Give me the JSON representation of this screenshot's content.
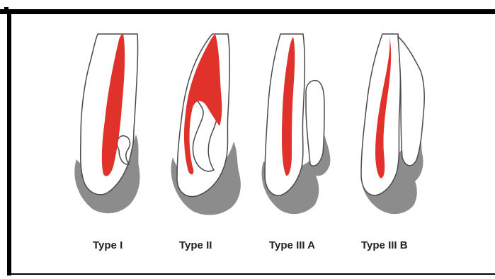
{
  "colors": {
    "canal": "#e0322b",
    "enamel": "#8c8c8c",
    "outline": "#4a4a4a",
    "frame": "#000000"
  },
  "types": [
    {
      "label": "Type I"
    },
    {
      "label": "Type II"
    },
    {
      "label": "Type III A"
    },
    {
      "label": "Type III B"
    }
  ]
}
